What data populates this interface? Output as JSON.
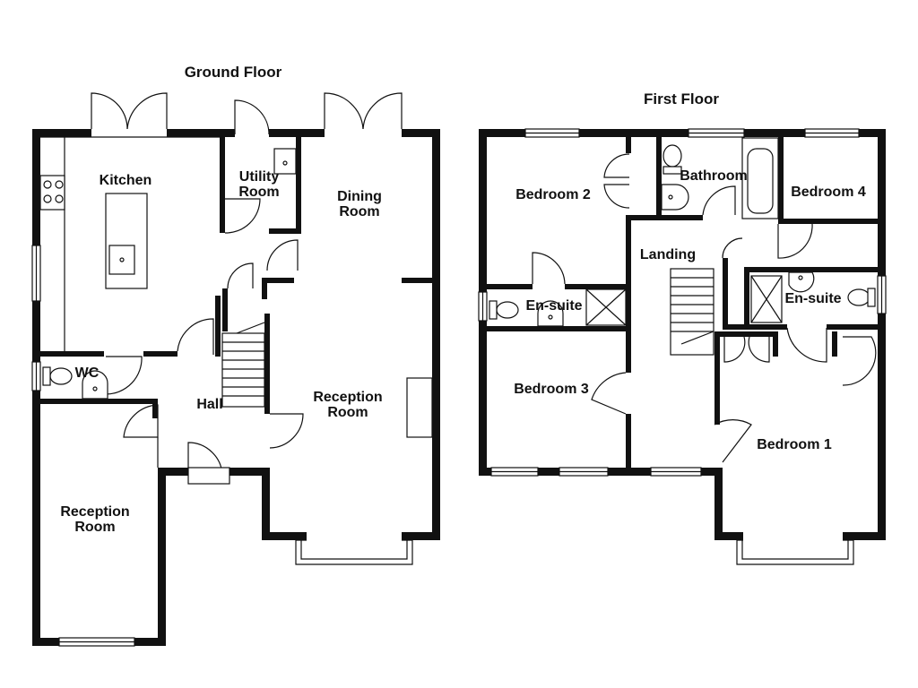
{
  "colors": {
    "wall": "#111111",
    "background": "#ffffff"
  },
  "ground_floor": {
    "title": "Ground Floor",
    "rooms": {
      "kitchen": "Kitchen",
      "utility_line1": "Utility",
      "utility_line2": "Room",
      "dining_line1": "Dining",
      "dining_line2": "Room",
      "wc": "WC",
      "hall": "Hall",
      "reception_right_line1": "Reception",
      "reception_right_line2": "Room",
      "reception_left_line1": "Reception",
      "reception_left_line2": "Room"
    }
  },
  "first_floor": {
    "title": "First Floor",
    "rooms": {
      "bedroom2": "Bedroom 2",
      "bathroom": "Bathroom",
      "bedroom4": "Bedroom 4",
      "landing": "Landing",
      "ensuite_left": "En-suite",
      "ensuite_right": "En-suite",
      "bedroom3": "Bedroom 3",
      "bedroom1": "Bedroom 1"
    }
  }
}
